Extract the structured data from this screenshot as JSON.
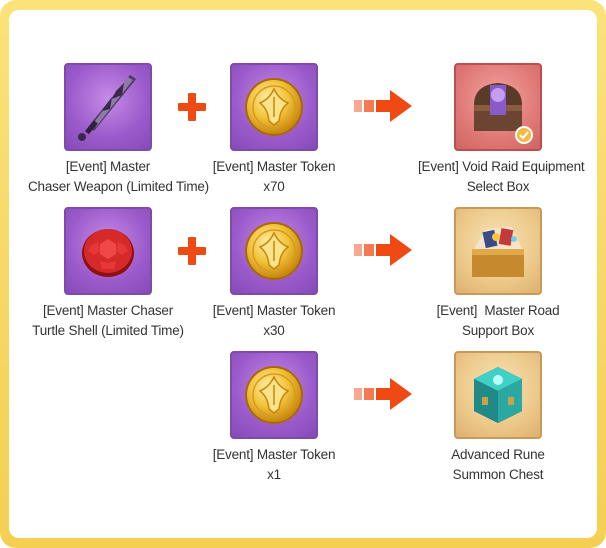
{
  "colors": {
    "frame": "#f4cf52",
    "accent": "#f04a14",
    "text": "#333333"
  },
  "rows": [
    {
      "ingredients": [
        {
          "icon": "chaser-weapon-icon",
          "label": [
            "[Event] Master",
            "Chaser Weapon (Limited Time)"
          ]
        },
        {
          "icon": "master-token-icon",
          "label": [
            "[Event] Master Token",
            "x70"
          ]
        }
      ],
      "result": {
        "icon": "void-raid-chest-icon",
        "label": [
          "[Event] Void Raid Equipment",
          "Select Box"
        ]
      }
    },
    {
      "ingredients": [
        {
          "icon": "turtle-shell-icon",
          "label": [
            "[Event] Master Chaser",
            "Turtle Shell (Limited Time)"
          ]
        },
        {
          "icon": "master-token-icon",
          "label": [
            "[Event] Master Token",
            "x30"
          ]
        }
      ],
      "result": {
        "icon": "master-road-box-icon",
        "label": [
          "[Event]  Master Road",
          "Support Box"
        ]
      }
    },
    {
      "ingredients": [
        {
          "icon": "master-token-icon",
          "label": [
            "[Event] Master Token",
            "x1"
          ]
        }
      ],
      "result": {
        "icon": "rune-chest-icon",
        "label": [
          "Advanced Rune",
          "Summon Chest"
        ]
      }
    }
  ]
}
